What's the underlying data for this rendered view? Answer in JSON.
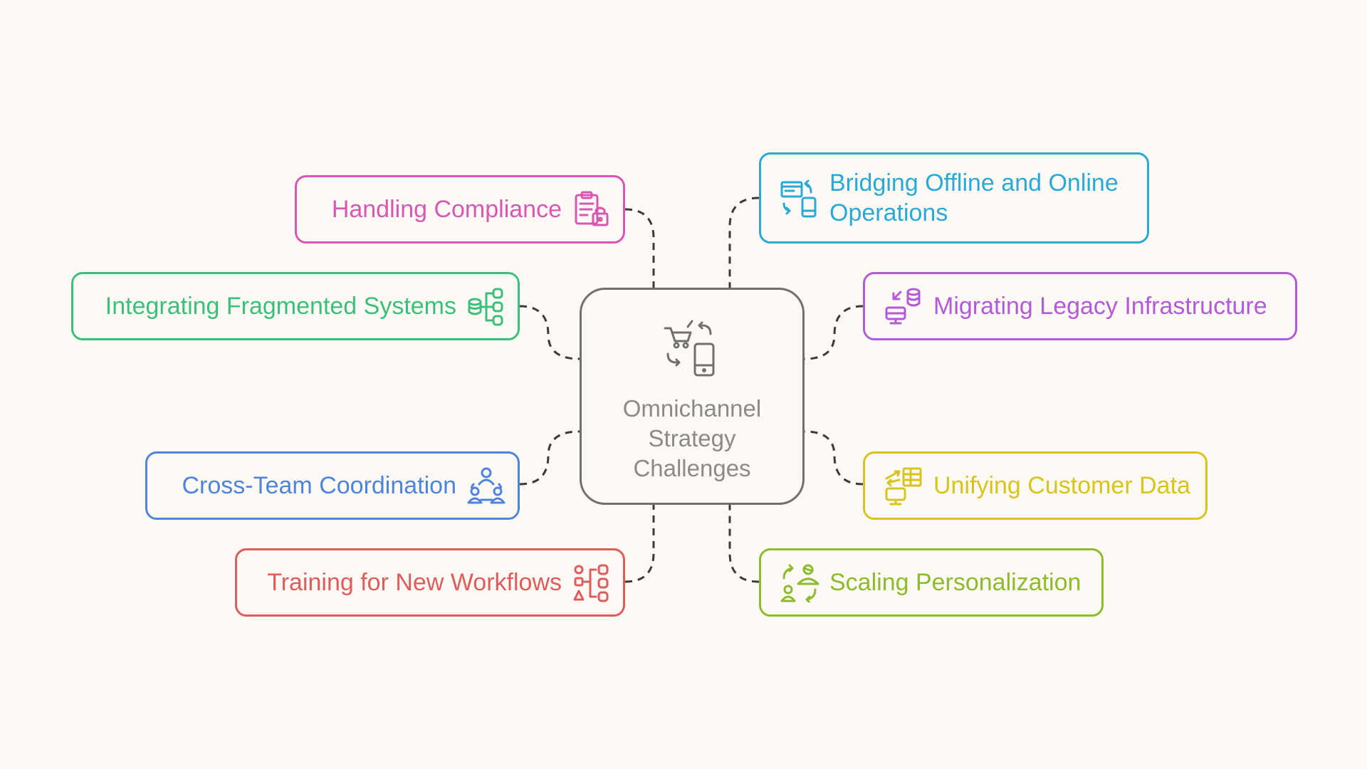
{
  "center": {
    "title": "Omnichannel Strategy Challenges",
    "icon": "omnichannel-cart-phone-icon",
    "color": "#707070"
  },
  "nodes": [
    {
      "id": "compliance",
      "label": "Handling Compliance",
      "icon": "clipboard-lock-icon",
      "color": "#d957b2"
    },
    {
      "id": "integration",
      "label": "Integrating Fragmented Systems",
      "icon": "database-network-icon",
      "color": "#3cbf7a"
    },
    {
      "id": "coordination",
      "label": "Cross-Team Coordination",
      "icon": "team-users-icon",
      "color": "#4f84dc"
    },
    {
      "id": "training",
      "label": "Training for New Workflows",
      "icon": "workflow-icon",
      "color": "#e05b5b"
    },
    {
      "id": "bridging",
      "label": "Bridging Offline and Online Operations",
      "icon": "store-mobile-sync-icon",
      "color": "#2aa9d6"
    },
    {
      "id": "migration",
      "label": "Migrating Legacy Infrastructure",
      "icon": "server-migration-icon",
      "color": "#b35ad8"
    },
    {
      "id": "unifying",
      "label": "Unifying Customer Data",
      "icon": "customer-data-sync-icon",
      "color": "#d9c41c"
    },
    {
      "id": "personalization",
      "label": "Scaling Personalization",
      "icon": "user-scale-icon",
      "color": "#8dbb2c"
    }
  ]
}
